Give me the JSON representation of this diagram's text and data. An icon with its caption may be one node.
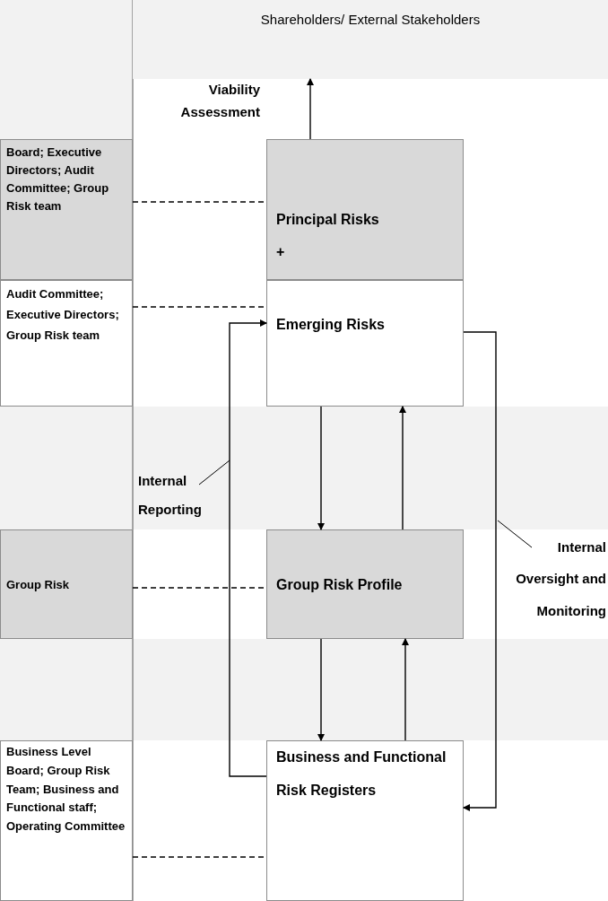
{
  "diagram": {
    "nodes": [
      {
        "text": [
          "Shareholders/ External Stakeholders"
        ]
      },
      {
        "text": [
          "Board; Executive Directors; Audit Committee; Group Risk team"
        ]
      },
      {
        "text": [
          "Principal Risks",
          "+"
        ]
      },
      {
        "text": [
          "Audit Committee; Executive Directors; Group Risk team"
        ]
      },
      {
        "text": [
          "Emerging Risks"
        ]
      },
      {
        "text": [
          "Group Risk"
        ]
      },
      {
        "text": [
          "Group Risk Profile"
        ]
      },
      {
        "text": [
          "Business Level Board; Group Risk Team; Business and Functional staff; Operating Committee"
        ]
      },
      {
        "text": [
          "Business and Functional Risk Registers"
        ]
      }
    ],
    "edges": [
      {
        "from": 2,
        "to": 0,
        "arrow": "to",
        "label": "Viability Assessment"
      },
      {
        "from": 1,
        "to": 2,
        "arrow": "none",
        "style": "dashed"
      },
      {
        "from": 3,
        "to": 4,
        "arrow": "none",
        "style": "dashed"
      },
      {
        "from": 4,
        "to": 6,
        "arrow": "to"
      },
      {
        "from": 6,
        "to": 4,
        "arrow": "to"
      },
      {
        "from": 8,
        "to": 4,
        "arrow": "to",
        "label": "Internal Reporting"
      },
      {
        "from": 4,
        "to": 8,
        "arrow": "to",
        "label": "Internal Oversight and Monitoring"
      },
      {
        "from": 5,
        "to": 6,
        "arrow": "none",
        "style": "dashed"
      },
      {
        "from": 6,
        "to": 8,
        "arrow": "to"
      },
      {
        "from": 8,
        "to": 6,
        "arrow": "to"
      },
      {
        "from": 7,
        "to": 8,
        "arrow": "none",
        "style": "dashed"
      }
    ]
  }
}
